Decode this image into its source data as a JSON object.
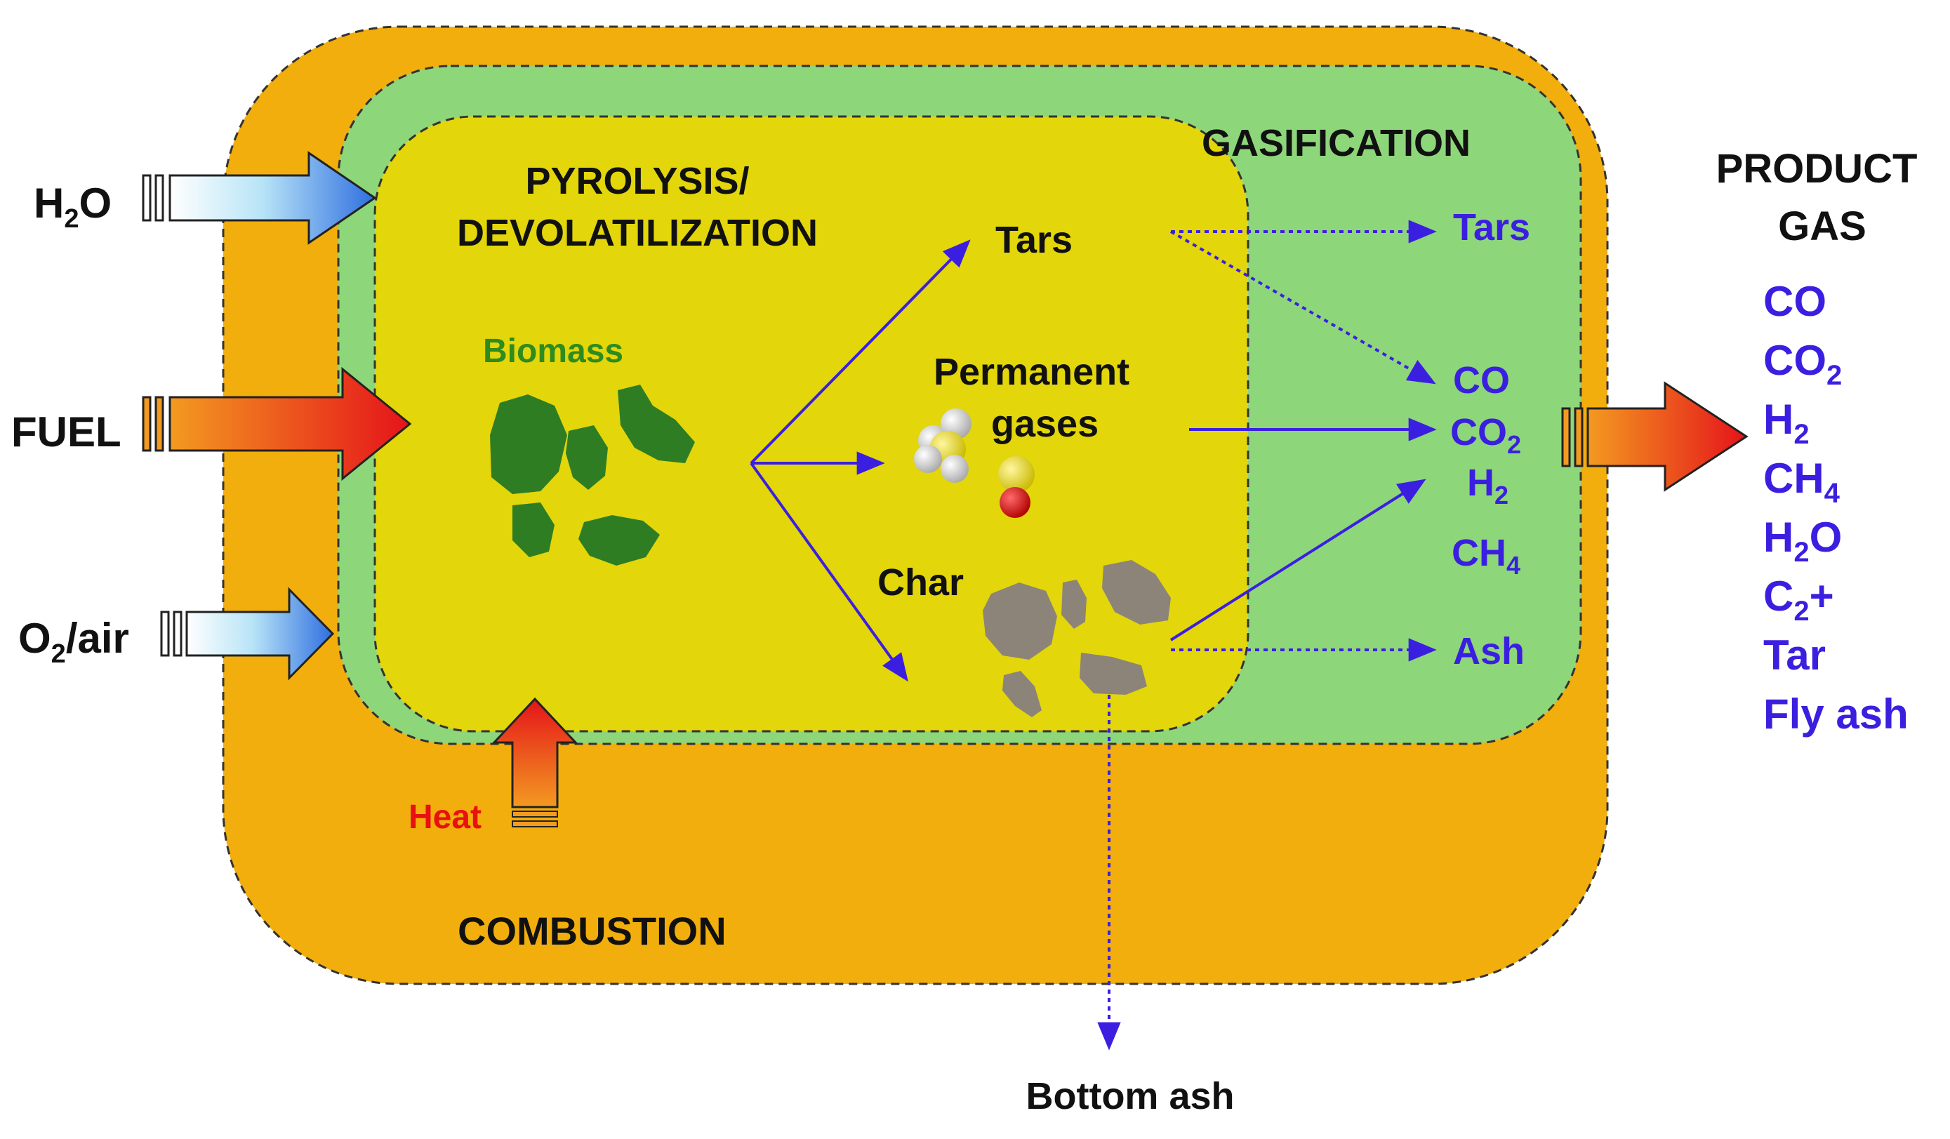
{
  "colors": {
    "combustion_fill": "#F2AE0C",
    "gasification_fill": "#8ED67A",
    "pyrolysis_fill": "#E3D60A",
    "flow_arrow": "#3B1FE0",
    "product_text": "#3B1FE0",
    "biomass_label": "#2E8B1E",
    "heat_label": "#E81010",
    "biomass_particle": "#2E7D23",
    "char_particle": "#8C8478",
    "text_dark": "#111111"
  },
  "zones": {
    "combustion": "COMBUSTION",
    "gasification": "GASIFICATION",
    "pyrolysis_line1": "PYROLYSIS/",
    "pyrolysis_line2": "DEVOLATILIZATION"
  },
  "inputs": {
    "h2o": {
      "main": "H",
      "sub": "2",
      "tail": "O"
    },
    "fuel": {
      "main": "FUEL"
    },
    "o2": {
      "main": "O",
      "sub": "2",
      "tail": "/air"
    },
    "heat": "Heat"
  },
  "intermediates": {
    "biomass": "Biomass",
    "tars": "Tars",
    "permanent_line1": "Permanent",
    "permanent_line2": "gases",
    "char": "Char"
  },
  "gasification_outputs": {
    "tars": "Tars",
    "co": "CO",
    "co2": {
      "main": "CO",
      "sub": "2"
    },
    "h2": {
      "main": "H",
      "sub": "2"
    },
    "ch4": {
      "main": "CH",
      "sub": "4"
    },
    "ash": "Ash"
  },
  "bottom_ash": "Bottom ash",
  "product_gas": {
    "title_line1": "PRODUCT",
    "title_line2": "GAS",
    "items": [
      {
        "main": "CO",
        "sub": "",
        "tail": ""
      },
      {
        "main": "CO",
        "sub": "2",
        "tail": ""
      },
      {
        "main": "H",
        "sub": "2",
        "tail": ""
      },
      {
        "main": "CH",
        "sub": "4",
        "tail": ""
      },
      {
        "main": "H",
        "sub": "2",
        "tail": "O"
      },
      {
        "main": "C",
        "sub": "2",
        "tail": "+"
      },
      {
        "main": "Tar",
        "sub": "",
        "tail": ""
      },
      {
        "main": "Fly ash",
        "sub": "",
        "tail": ""
      }
    ]
  },
  "icons": [
    "molecule-cluster-icon",
    "co-molecule-icon",
    "biomass-particles-icon",
    "char-particles-icon"
  ]
}
